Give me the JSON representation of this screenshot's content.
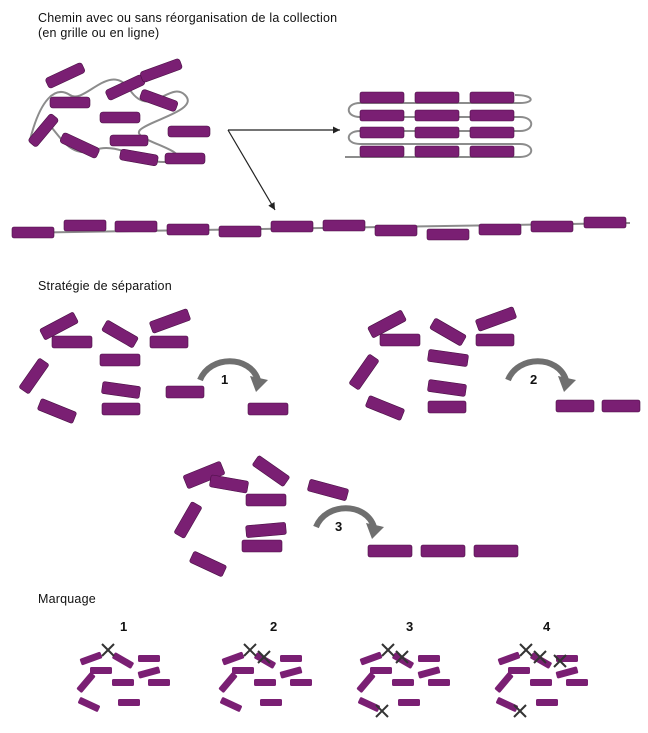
{
  "colors": {
    "piece": "#7a1f73",
    "piece_edge": "#4a0f45",
    "thread": "#8c8c8c",
    "arrow": "#6f6f6f",
    "text": "#111111"
  },
  "section_path": {
    "title_line1": "Chemin avec ou sans réorganisation de la collection",
    "title_line2": "(en grille ou en ligne)"
  },
  "section_separation": {
    "title": "Stratégie de séparation",
    "steps": [
      "1",
      "2",
      "3"
    ]
  },
  "section_marking": {
    "title": "Marquage",
    "steps": [
      "1",
      "2",
      "3",
      "4"
    ]
  }
}
